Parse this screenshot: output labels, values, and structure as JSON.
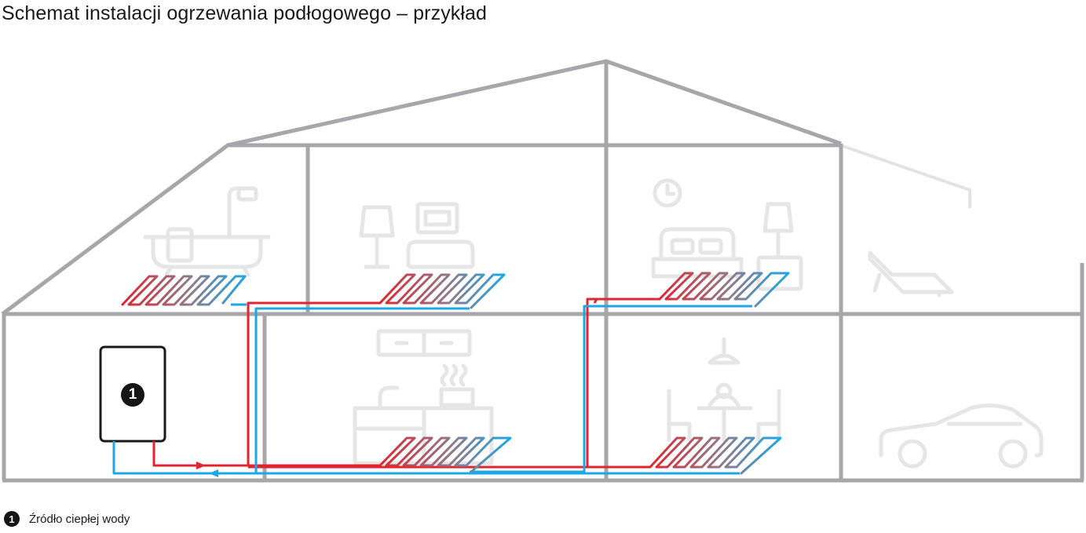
{
  "title": "Schemat instalacji ogrzewania podłogowego – przykład",
  "source": {
    "number": "1"
  },
  "legend": [
    {
      "number": "1",
      "label": "Źródło ciepłej wody"
    }
  ],
  "colors": {
    "walls": "#a7a6aa",
    "walls_faded": "#e3e3e3",
    "icons": "#e6e6e6",
    "supply": "#e0252f",
    "return": "#1ea7e4",
    "boiler": "#1a1a1a"
  }
}
